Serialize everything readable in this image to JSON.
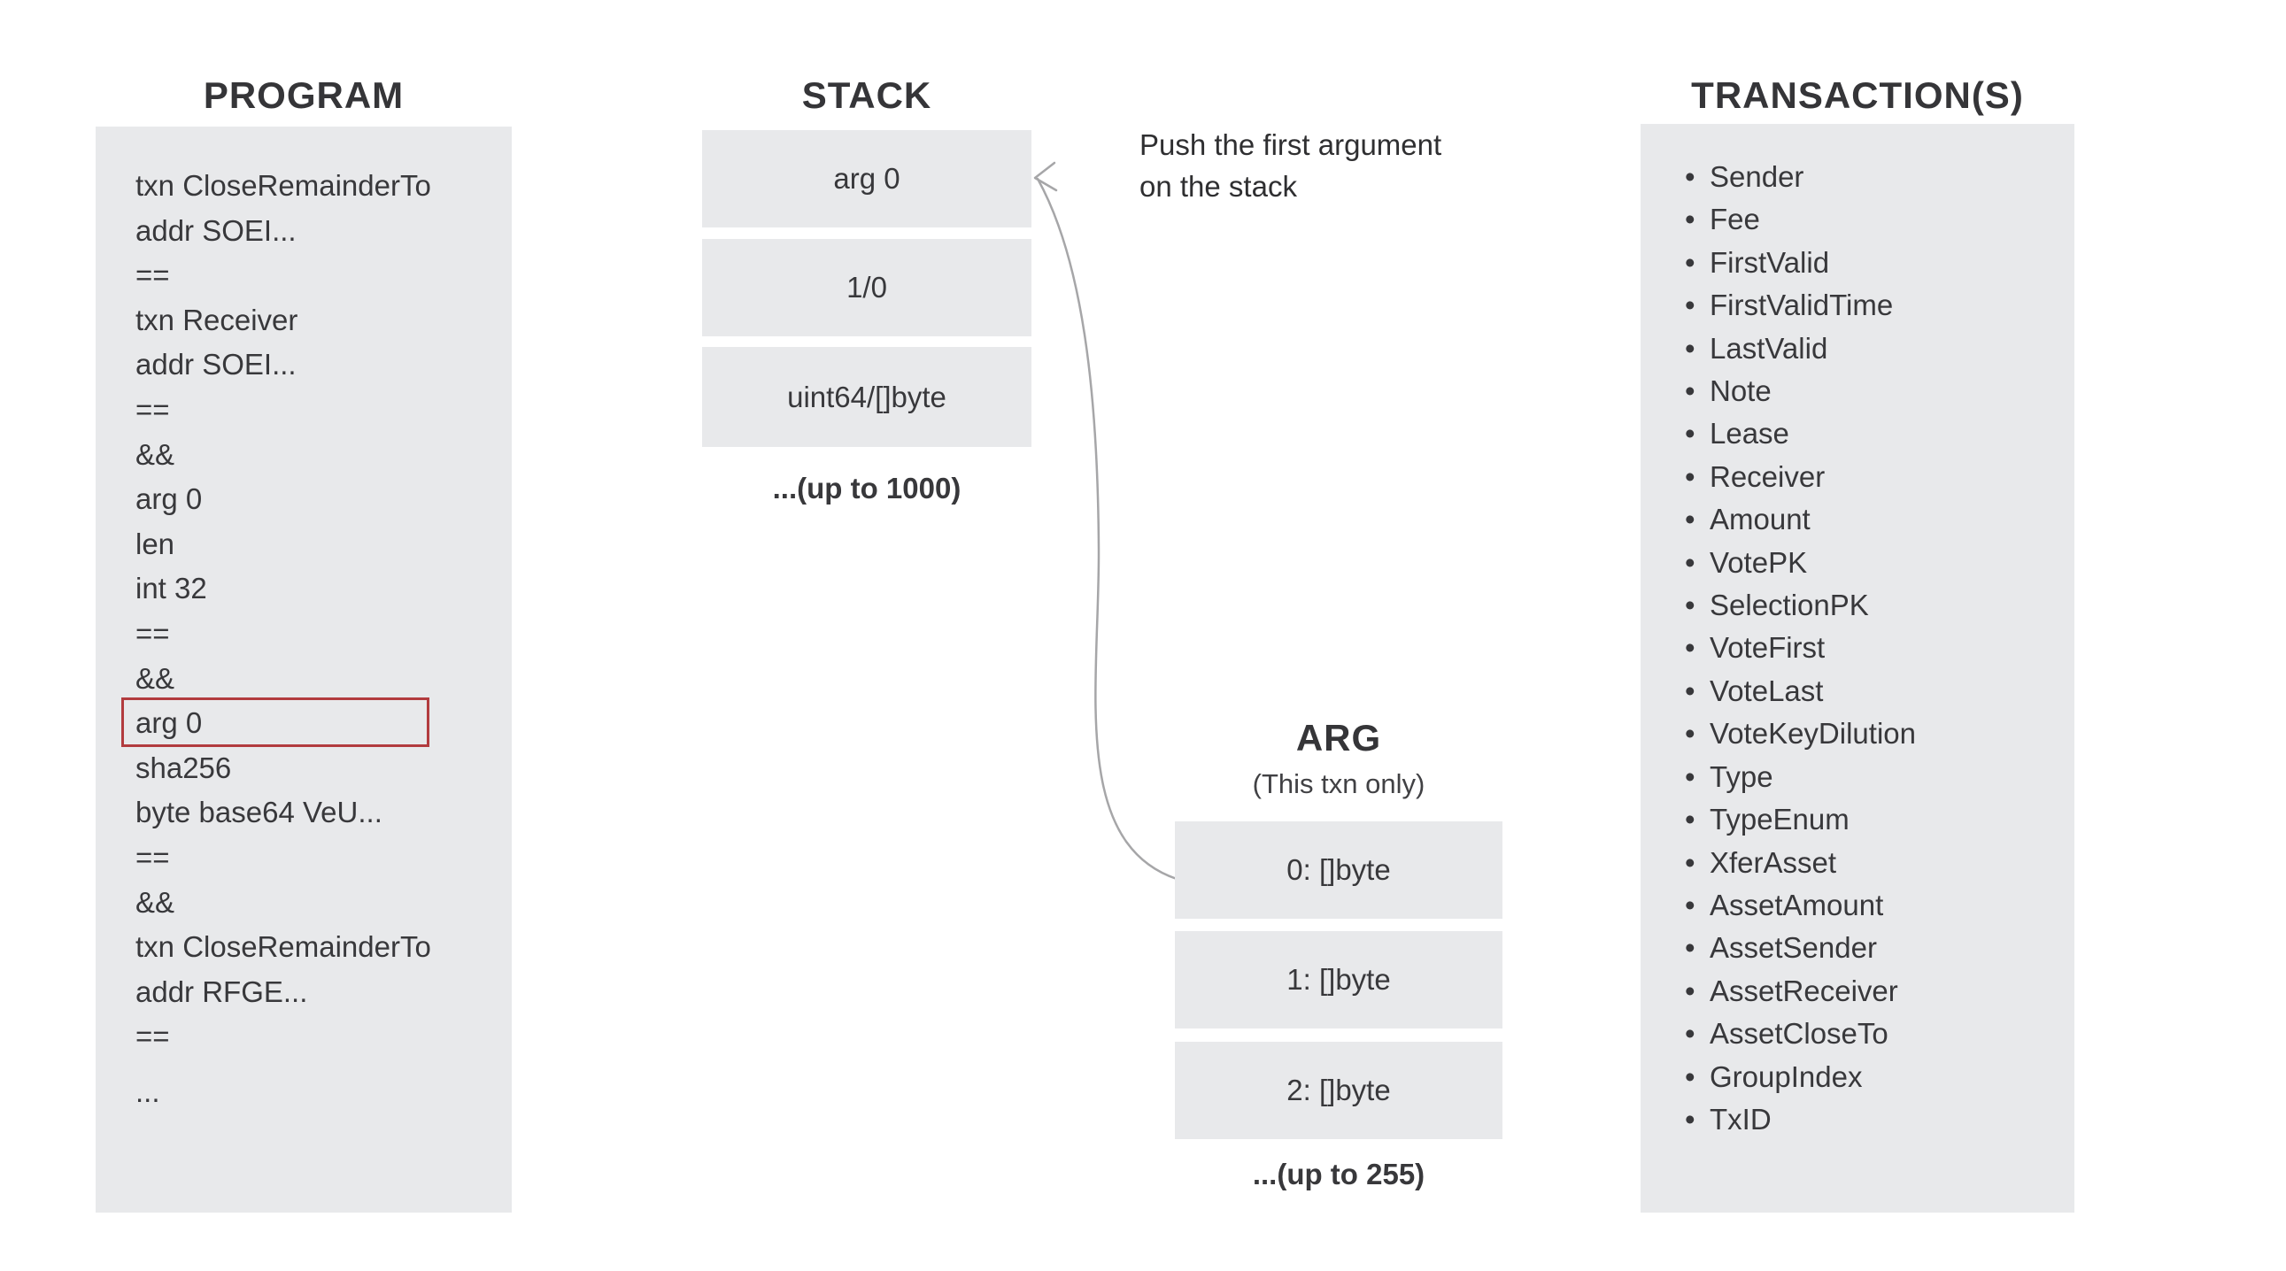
{
  "colors": {
    "box_bg": "#e8e9eb",
    "text": "#38383b",
    "red_highlight": "#b23b3e",
    "arrow": "#a6a6a8"
  },
  "program": {
    "title": "PROGRAM",
    "lines": [
      {
        "text": "txn CloseRemainderTo"
      },
      {
        "text": "addr SOEI..."
      },
      {
        "text": "=="
      },
      {
        "text": "txn Receiver"
      },
      {
        "text": "addr SOEI..."
      },
      {
        "text": "=="
      },
      {
        "text": "&&"
      },
      {
        "text": "arg 0"
      },
      {
        "text": "len"
      },
      {
        "text": "int 32"
      },
      {
        "text": "=="
      },
      {
        "text": "&&"
      },
      {
        "text": "arg 0",
        "highlight": true
      },
      {
        "text": "sha256"
      },
      {
        "text": "byte base64 VeU..."
      },
      {
        "text": "=="
      },
      {
        "text": "&&"
      },
      {
        "text": "txn CloseRemainderTo"
      },
      {
        "text": "addr RFGE..."
      },
      {
        "text": "=="
      },
      {
        "text": "...",
        "gap_before": true
      }
    ]
  },
  "stack": {
    "title": "STACK",
    "items": [
      "arg 0",
      "1/0",
      "uint64/[]byte"
    ],
    "more_label": "...(up to 1000)"
  },
  "annotation": {
    "line1": "Push the first argument",
    "line2": "on the stack"
  },
  "arg": {
    "title": "ARG",
    "subtitle": "(This txn only)",
    "items": [
      "0: []byte",
      "1: []byte",
      "2: []byte"
    ],
    "more_label": "...(up to 255)"
  },
  "transactions": {
    "title": "TRANSACTION(S)",
    "bullet": "•",
    "fields": [
      "Sender",
      "Fee",
      "FirstValid",
      "FirstValidTime",
      "LastValid",
      "Note",
      "Lease",
      "Receiver",
      "Amount",
      "VotePK",
      "SelectionPK",
      "VoteFirst",
      "VoteLast",
      "VoteKeyDilution",
      "Type",
      "TypeEnum",
      "XferAsset",
      "AssetAmount",
      "AssetSender",
      "AssetReceiver",
      "AssetCloseTo",
      "GroupIndex",
      "TxID"
    ]
  }
}
